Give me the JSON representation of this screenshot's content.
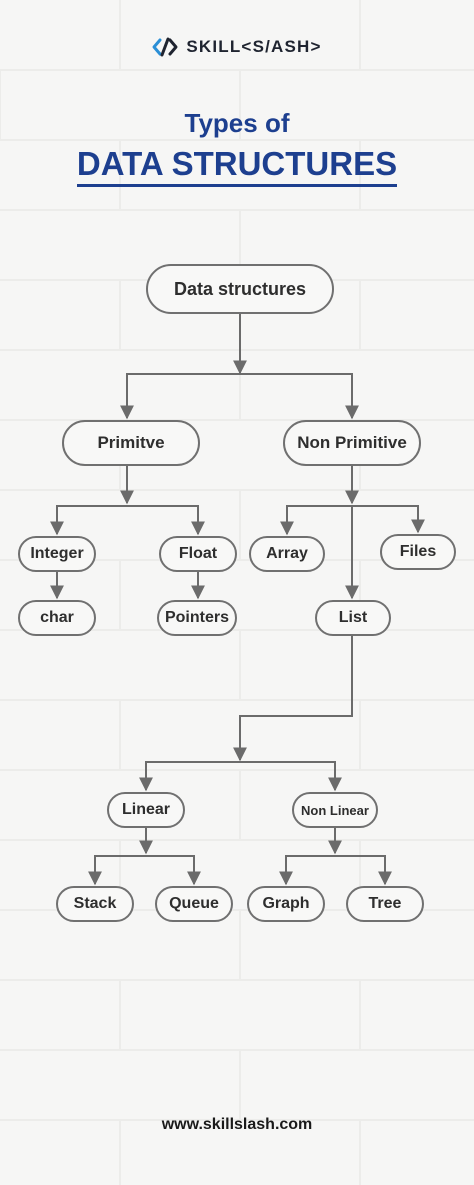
{
  "brand": {
    "name": "SKILL<S/ASH>"
  },
  "title": {
    "line1": "Types of",
    "line2": "DATA STRUCTURES"
  },
  "nodes": {
    "root": "Data structures",
    "primitive": "Primitve",
    "non_primitive": "Non Primitive",
    "integer": "Integer",
    "float": "Float",
    "char": "char",
    "pointers": "Pointers",
    "array": "Array",
    "files": "Files",
    "list": "List",
    "linear": "Linear",
    "non_linear": "Non Linear",
    "stack": "Stack",
    "queue": "Queue",
    "graph": "Graph",
    "tree": "Tree"
  },
  "footer": {
    "url": "www.skillslash.com"
  },
  "colors": {
    "title": "#1d3f8f",
    "node_border": "#707070",
    "line": "#6b6b6b",
    "background": "#f6f6f5"
  }
}
